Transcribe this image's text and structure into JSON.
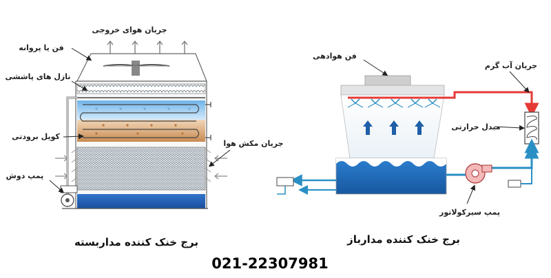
{
  "left_diagram": {
    "labels": {
      "exhaust_air": "جریان هوای خروجی",
      "fan": "فن یا پروانه",
      "spray_nozzles": "نازل های پاششی",
      "dual_coil": "کویل برودتی",
      "air_intake": "جریان مکش هوا",
      "spray_pump": "پمپ دوش"
    },
    "title": "برج خنک کننده مداربسته"
  },
  "right_diagram": {
    "labels": {
      "blower_fan": "فن هوادهی",
      "hot_water_flow": "جریان آب گرم",
      "heat_exchanger": "مبدل حرارتی",
      "circulator_pump": "پمپ سیرکولاتور"
    },
    "title": "برج خنک کننده مدارباز"
  },
  "phone": "021-22307981",
  "colors": {
    "hot_pipe": "#e53935",
    "cold_pipe": "#2a8fc4",
    "water": "#1565c0",
    "coil_blue": "#a9d2f2",
    "coil_orange": "#e8b98b",
    "arrow_blue": "#1e5fa8"
  }
}
